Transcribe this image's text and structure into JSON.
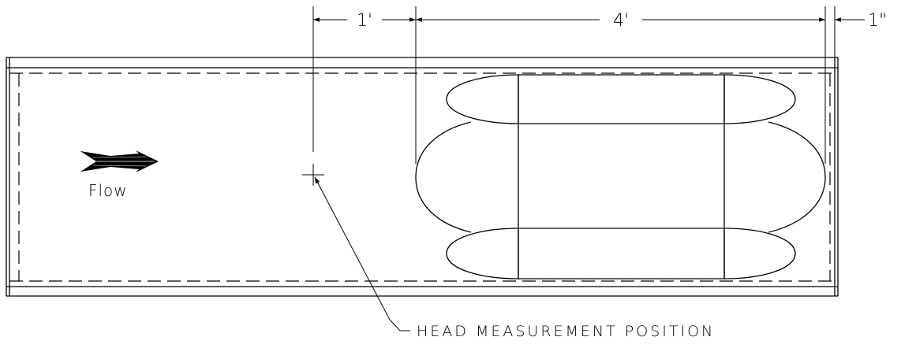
{
  "dimensions": {
    "offset_label": "1'",
    "length_label": "4'",
    "gap_label": "1\""
  },
  "flow": {
    "label": "Flow"
  },
  "callout": {
    "label": "HEAD MEASUREMENT POSITION"
  }
}
